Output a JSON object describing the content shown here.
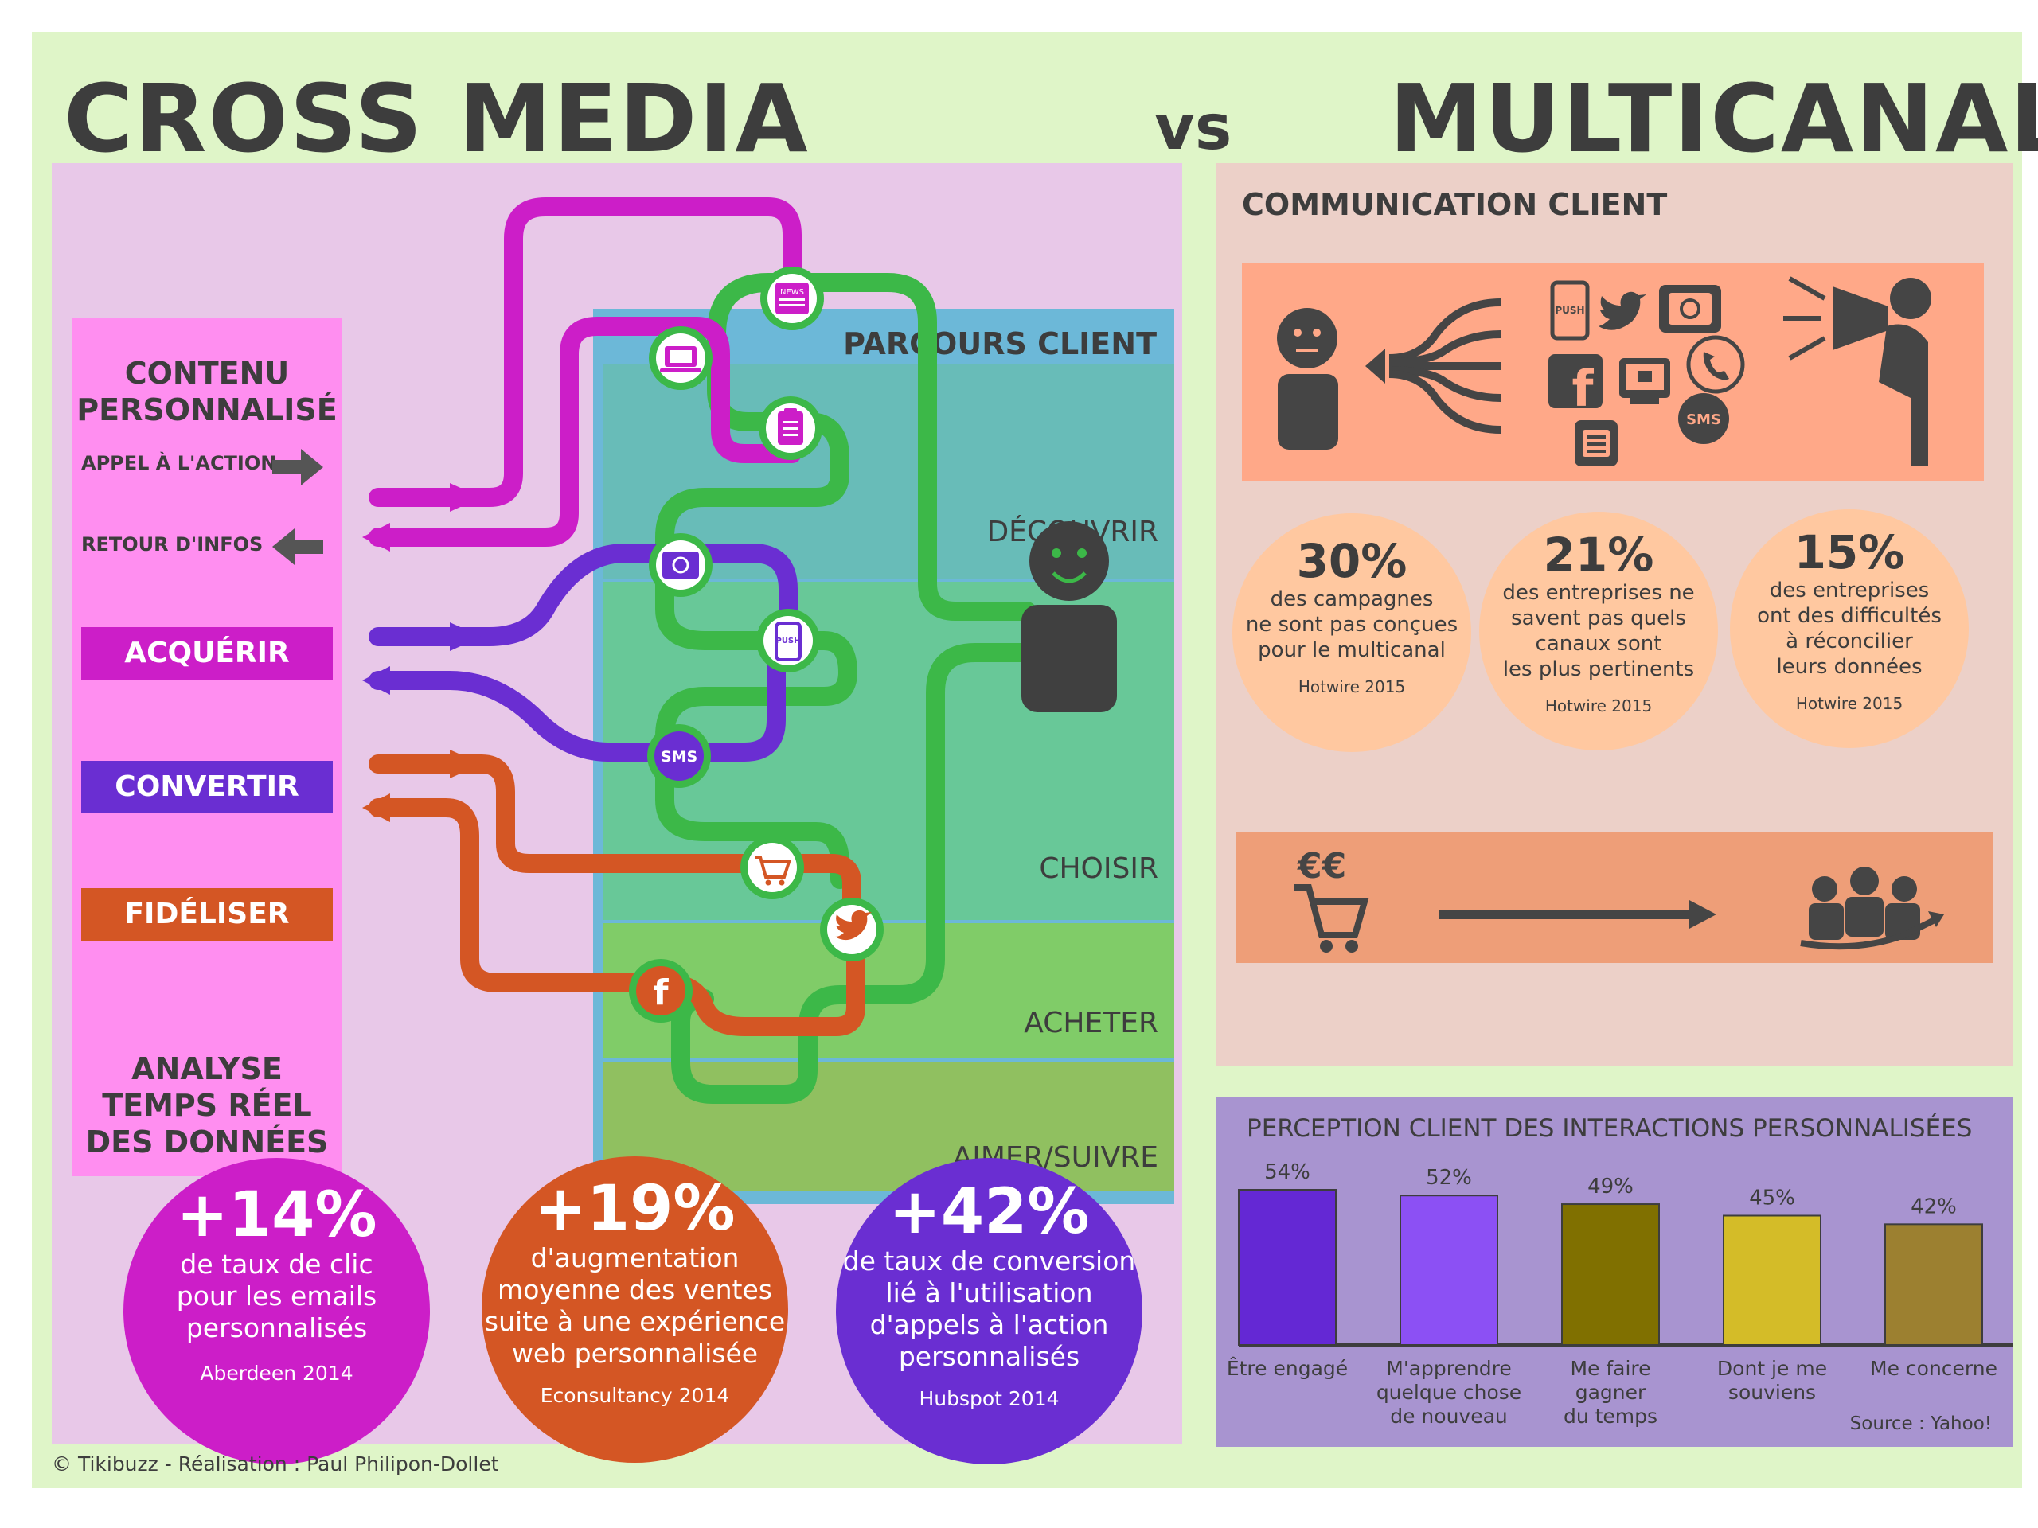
{
  "titles": {
    "left": "CROSS MEDIA",
    "vs": "vs",
    "right": "MULTICANAL"
  },
  "cross_media": {
    "column_header": [
      "CONTENU",
      "PERSONNALISÉ"
    ],
    "legend": {
      "call_to_action": "APPEL À L'ACTION",
      "feedback": "RETOUR D'INFOS"
    },
    "stages": [
      {
        "label": "ACQUÉRIR",
        "color": "#cc1ec8"
      },
      {
        "label": "CONVERTIR",
        "color": "#6a2ed2"
      },
      {
        "label": "FIDÉLISER",
        "color": "#d45624"
      }
    ],
    "analysis": [
      "ANALYSE",
      "TEMPS RÉEL",
      "DES DONNÉES"
    ],
    "journey": {
      "header": "PARCOURS CLIENT",
      "zones": [
        {
          "label": "DÉCOUVRIR",
          "color": "#68bcb8"
        },
        {
          "label": "CHOISIR",
          "color": "#68c898"
        },
        {
          "label": "ACHETER",
          "color": "#80cc68"
        },
        {
          "label": "AIMER/SUIVRE",
          "color": "#90c060"
        }
      ],
      "channel_icons": [
        "news-icon",
        "laptop-icon",
        "clipboard-icon",
        "email-icon",
        "push-icon",
        "sms-icon",
        "cart-icon",
        "twitter-icon",
        "facebook-icon"
      ],
      "icon_labels": {
        "news": "NEWS",
        "push": "PUSH",
        "sms": "SMS",
        "facebook": "f"
      }
    },
    "stats": [
      {
        "value": "+14%",
        "text": [
          "de taux de clic",
          "pour les emails",
          "personnalisés"
        ],
        "source": "Aberdeen 2014",
        "color": "#cc1ec8"
      },
      {
        "value": "+19%",
        "text": [
          "d'augmentation",
          "moyenne des ventes",
          "suite à une expérience",
          "web personnalisée"
        ],
        "source": "Econsultancy 2014",
        "color": "#d45624"
      },
      {
        "value": "+42%",
        "text": [
          "de taux de conversion",
          "lié à l'utilisation",
          "d'appels à l'action",
          "personnalisés"
        ],
        "source": "Hubspot 2014",
        "color": "#6a2ed2"
      }
    ],
    "copyright": "© Tikibuzz - Réalisation : Paul Philipon-Dollet"
  },
  "multicanal": {
    "title": "COMMUNICATION CLIENT",
    "icon_labels": {
      "push": "PUSH",
      "sms": "SMS",
      "facebook": "f"
    },
    "stats": [
      {
        "value": "30%",
        "text": [
          "des campagnes",
          "ne sont pas conçues",
          "pour le multicanal"
        ],
        "source": "Hotwire 2015"
      },
      {
        "value": "21%",
        "text": [
          "des entreprises ne",
          "savent pas quels",
          "canaux sont",
          "les plus pertinents"
        ],
        "source": "Hotwire 2015"
      },
      {
        "value": "15%",
        "text": [
          "des entreprises",
          "ont des difficultés",
          "à réconcilier",
          "leurs données"
        ],
        "source": "Hotwire 2015"
      }
    ],
    "arrow_icons": [
      "cart-euro-icon",
      "arrow-right-icon",
      "confused-people-icon"
    ],
    "perception": {
      "title": "PERCEPTION CLIENT DES INTERACTIONS PERSONNALISÉES",
      "source": "Source : Yahoo!",
      "chart_data": {
        "type": "bar",
        "categories": [
          "Être engagé",
          "M'apprendre quelque chose de nouveau",
          "Me faire gagner du temps",
          "Dont je me souviens",
          "Me concerne"
        ],
        "category_lines": [
          [
            "Être engagé"
          ],
          [
            "M'apprendre",
            "quelque chose",
            "de nouveau"
          ],
          [
            "Me faire",
            "gagner",
            "du temps"
          ],
          [
            "Dont je me",
            "souviens"
          ],
          [
            "Me concerne"
          ]
        ],
        "values": [
          54,
          52,
          49,
          45,
          42
        ],
        "value_labels": [
          "54%",
          "52%",
          "49%",
          "45%",
          "42%"
        ],
        "colors": [
          "#6428d4",
          "#8c50f4",
          "#807000",
          "#d4bc28",
          "#9c8030"
        ],
        "ylim": [
          0,
          60
        ]
      }
    }
  }
}
